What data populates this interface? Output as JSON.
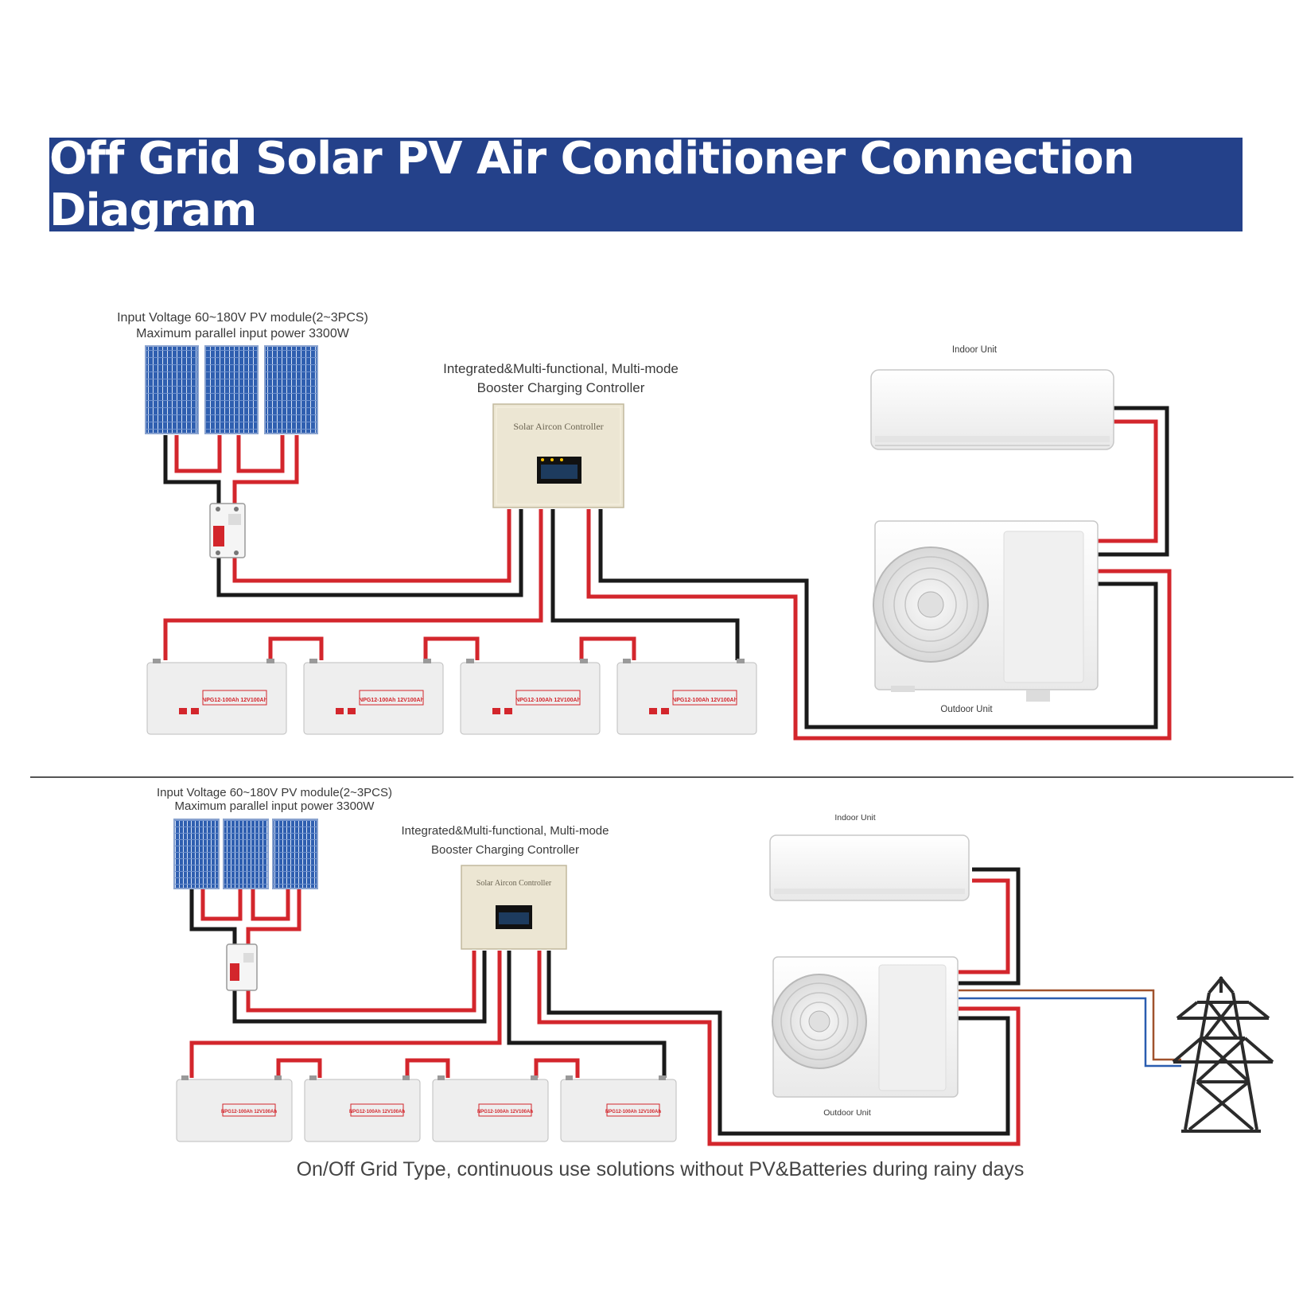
{
  "title": "Off Grid Solar PV Air Conditioner Connection Diagram",
  "top": {
    "pv_label_line1": "Input Voltage 60~180V PV module(2~3PCS)",
    "pv_label_line2": "Maximum parallel input power 3300W",
    "controller_label_line1": "Integrated&Multi-functional, Multi-mode",
    "controller_label_line2": "Booster Charging Controller",
    "controller_text": "Solar Aircon Controller",
    "indoor_label": "Indoor Unit",
    "outdoor_label": "Outdoor Unit"
  },
  "bottom": {
    "pv_label_line1": "Input Voltage 60~180V PV module(2~3PCS)",
    "pv_label_line2": "Maximum parallel input power 3300W",
    "controller_label_line1": "Integrated&Multi-functional, Multi-mode",
    "controller_label_line2": "Booster Charging Controller",
    "controller_text": "Solar Aircon Controller",
    "indoor_label": "Indoor Unit",
    "outdoor_label": "Outdoor Unit"
  },
  "battery_model_text": "NPG12-100Ah 12V100Ah",
  "footer": "On/Off Grid Type, continuous use solutions without PV&Batteries during rainy days",
  "colors": {
    "banner": "#24418a",
    "wire_red": "#d3262c",
    "wire_black": "#1a1a1a",
    "pv_blue": "#2f5fb0",
    "grid_brown": "#a0522d",
    "grid_blue": "#2a5db0"
  }
}
